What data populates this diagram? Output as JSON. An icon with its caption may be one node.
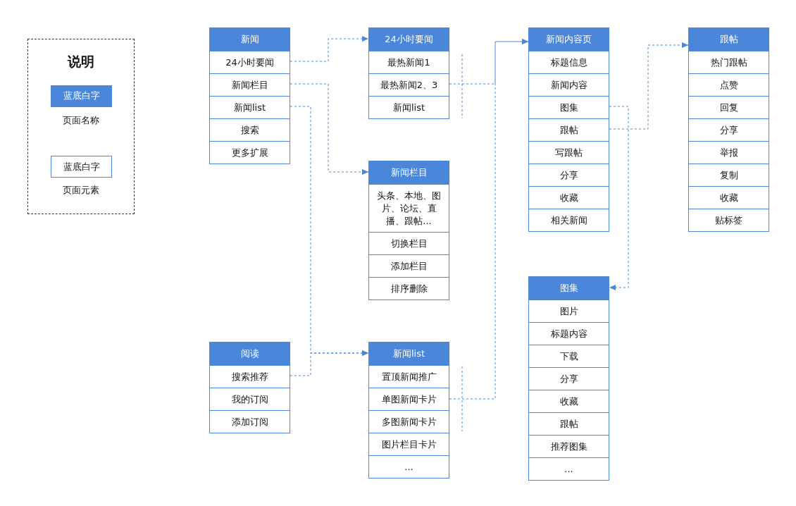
{
  "diagram": {
    "nodes": [
      {
        "text": [
          "新闻"
        ]
      },
      {
        "text": [
          "24小时要闻"
        ],
        "in": 0
      },
      {
        "text": [
          "新闻栏目"
        ],
        "in": 0
      },
      {
        "text": [
          "新闻list"
        ],
        "in": 0
      },
      {
        "text": [
          "搜索"
        ],
        "in": 0
      },
      {
        "text": [
          "更多扩展"
        ],
        "in": 0
      },
      {
        "text": [
          "24小时要闻"
        ]
      },
      {
        "text": [
          "最热新闻1"
        ],
        "in": 6
      },
      {
        "text": [
          "最热新闻2、3"
        ],
        "in": 6
      },
      {
        "text": [
          "新闻list"
        ],
        "in": 6
      },
      {
        "text": [
          "新闻栏目"
        ]
      },
      {
        "text": [
          "头条、本地、图片、论坛、直播、跟帖..."
        ],
        "in": 10
      },
      {
        "text": [
          "切换栏目"
        ],
        "in": 10
      },
      {
        "text": [
          "添加栏目"
        ],
        "in": 10
      },
      {
        "text": [
          "排序删除"
        ],
        "in": 10
      },
      {
        "text": [
          "阅读"
        ]
      },
      {
        "text": [
          "搜索推荐"
        ],
        "in": 15
      },
      {
        "text": [
          "我的订阅"
        ],
        "in": 15
      },
      {
        "text": [
          "添加订阅"
        ],
        "in": 15
      },
      {
        "text": [
          "新闻list"
        ]
      },
      {
        "text": [
          "置顶新闻推广"
        ],
        "in": 19
      },
      {
        "text": [
          "单图新闻卡片"
        ],
        "in": 19
      },
      {
        "text": [
          "多图新闻卡片"
        ],
        "in": 19
      },
      {
        "text": [
          "图片栏目卡片"
        ],
        "in": 19
      },
      {
        "text": [
          "..."
        ],
        "in": 19
      },
      {
        "text": [
          "新闻内容页"
        ]
      },
      {
        "text": [
          "标题信息"
        ],
        "in": 25
      },
      {
        "text": [
          "新闻内容"
        ],
        "in": 25
      },
      {
        "text": [
          "图集"
        ],
        "in": 25
      },
      {
        "text": [
          "跟帖"
        ],
        "in": 25
      },
      {
        "text": [
          "写跟帖"
        ],
        "in": 25
      },
      {
        "text": [
          "分享"
        ],
        "in": 25
      },
      {
        "text": [
          "收藏"
        ],
        "in": 25
      },
      {
        "text": [
          "相关新闻"
        ],
        "in": 25
      },
      {
        "text": [
          "跟帖"
        ]
      },
      {
        "text": [
          "热门跟帖"
        ],
        "in": 34
      },
      {
        "text": [
          "点赞"
        ],
        "in": 34
      },
      {
        "text": [
          "回复"
        ],
        "in": 34
      },
      {
        "text": [
          "分享"
        ],
        "in": 34
      },
      {
        "text": [
          "举报"
        ],
        "in": 34
      },
      {
        "text": [
          "复制"
        ],
        "in": 34
      },
      {
        "text": [
          "收藏"
        ],
        "in": 34
      },
      {
        "text": [
          "贴标签"
        ],
        "in": 34
      },
      {
        "text": [
          "图集"
        ]
      },
      {
        "text": [
          "图片"
        ],
        "in": 43
      },
      {
        "text": [
          "标题内容"
        ],
        "in": 43
      },
      {
        "text": [
          "下载"
        ],
        "in": 43
      },
      {
        "text": [
          "分享"
        ],
        "in": 43
      },
      {
        "text": [
          "收藏"
        ],
        "in": 43
      },
      {
        "text": [
          "跟帖"
        ],
        "in": 43
      },
      {
        "text": [
          "推荐图集"
        ],
        "in": 43
      },
      {
        "text": [
          "..."
        ],
        "in": 43
      }
    ],
    "edges": [
      {
        "from": 1,
        "to": 6,
        "arrow": "to",
        "style": "dashed"
      },
      {
        "from": 2,
        "to": 10,
        "arrow": "to",
        "style": "dashed"
      },
      {
        "from": 3,
        "to": 19,
        "arrow": "to",
        "style": "dashed"
      },
      {
        "from": 16,
        "to": 19,
        "arrow": "to",
        "style": "dashed"
      },
      {
        "from": 6,
        "to": 25,
        "arrow": "to",
        "style": "dashed"
      },
      {
        "from": 19,
        "to": 25,
        "arrow": "to",
        "style": "dashed"
      },
      {
        "from": 29,
        "to": 34,
        "arrow": "to",
        "style": "dashed"
      },
      {
        "from": 28,
        "to": 43,
        "arrow": "to",
        "style": "dashed"
      }
    ],
    "labels": [
      "说明",
      "蓝底白字",
      "蓝底白字"
    ],
    "legend": [
      {
        "text": "页面名称",
        "color": "#4a86d9"
      },
      {
        "text": "页面元素"
      }
    ]
  }
}
